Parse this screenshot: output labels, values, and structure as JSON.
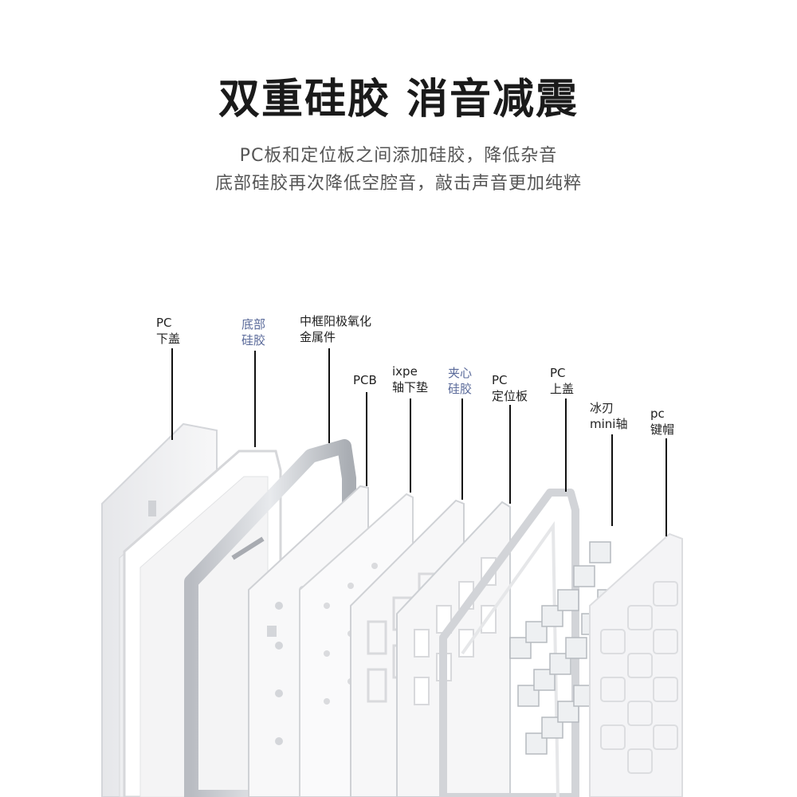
{
  "headline": "双重硅胶 消音减震",
  "subtitle_lines": [
    "PC板和定位板之间添加硅胶，降低杂音",
    "底部硅胶再次降低空腔音，敲击声音更加纯粹"
  ],
  "layers": [
    {
      "lines": [
        "PC",
        "下盖"
      ],
      "accent": false
    },
    {
      "lines": [
        "底部",
        "硅胶"
      ],
      "accent": true
    },
    {
      "lines": [
        "中框阳极氧化",
        "金属件"
      ],
      "accent": false
    },
    {
      "lines": [
        "PCB",
        ""
      ],
      "accent": false
    },
    {
      "lines": [
        "ixpe",
        "轴下垫"
      ],
      "accent": false
    },
    {
      "lines": [
        "夹心",
        "硅胶"
      ],
      "accent": true
    },
    {
      "lines": [
        "PC",
        "定位板"
      ],
      "accent": false
    },
    {
      "lines": [
        "PC",
        "上盖"
      ],
      "accent": false
    },
    {
      "lines": [
        "冰刃",
        "mini轴"
      ],
      "accent": false
    },
    {
      "lines": [
        "pc",
        "键帽"
      ],
      "accent": false
    }
  ],
  "colors": {
    "accent_label": "#5a6a9a",
    "leader_line": "#111111",
    "metal": "#c4c7cc"
  }
}
